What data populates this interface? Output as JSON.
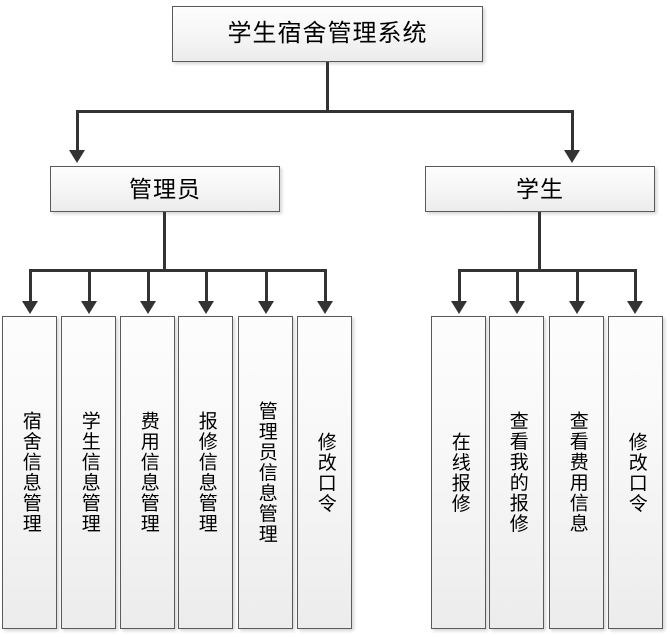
{
  "diagram": {
    "type": "organization-chart",
    "title": "学生宿舍管理系统",
    "root": {
      "label": "学生宿舍管理系统"
    },
    "branches": [
      {
        "label": "管理员",
        "leaves": [
          {
            "label": "宿舍信息管理"
          },
          {
            "label": "学生信息管理"
          },
          {
            "label": "费用信息管理"
          },
          {
            "label": "报修信息管理"
          },
          {
            "label": "管理员信息管理"
          },
          {
            "label": "修改口令"
          }
        ]
      },
      {
        "label": "学生",
        "leaves": [
          {
            "label": "在线报修"
          },
          {
            "label": "查看我的报修"
          },
          {
            "label": "查看费用信息"
          },
          {
            "label": "修改口令"
          }
        ]
      }
    ],
    "colors": {
      "box_border": "#5a5a5a",
      "box_fill_top": "#fdfdfd",
      "box_fill_bottom": "#ececec",
      "connector": "#333333",
      "text": "#000000",
      "background": "#ffffff"
    }
  }
}
